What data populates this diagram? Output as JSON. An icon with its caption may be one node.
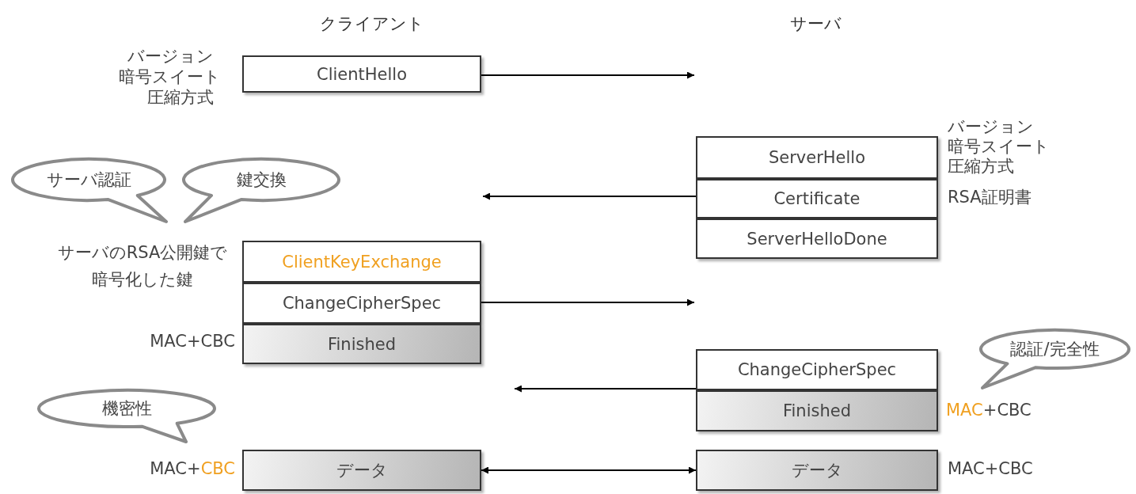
{
  "diagram": {
    "nodes": [
      {
        "text": [
          "ClientHello"
        ],
        "beside": [
          "バージョン",
          "暗号スイート",
          "圧縮方式"
        ]
      },
      {
        "text": [
          "ServerHello"
        ],
        "beside": [
          "バージョン",
          "暗号スイート",
          "圧縮方式"
        ]
      },
      {
        "text": [
          "Certificate"
        ],
        "beside": [
          "RSA証明書"
        ]
      },
      {
        "text": [
          "ServerHelloDone"
        ]
      },
      {
        "text": [
          "サーバ認証"
        ]
      },
      {
        "text": [
          "鍵交換"
        ]
      },
      {
        "text": [
          "ClientKeyExchange"
        ],
        "beside": [
          "サーバのRSA公開鍵で暗号化した鍵"
        ]
      },
      {
        "text": [
          "ChangeCipherSpec"
        ]
      },
      {
        "text": [
          "Finished"
        ],
        "beside": [
          "MAC+CBC"
        ]
      },
      {
        "text": [
          "認証/完全性"
        ]
      },
      {
        "text": [
          "ChangeCipherSpec"
        ]
      },
      {
        "text": [
          "Finished"
        ],
        "beside": [
          "*MAC*+CBC"
        ]
      },
      {
        "text": [
          "機密性"
        ]
      },
      {
        "text": [
          "データ"
        ],
        "beside": [
          "MAC+*CBC*"
        ]
      },
      {
        "text": [
          "データ"
        ],
        "beside": [
          "MAC+CBC"
        ]
      }
    ],
    "edges": [
      {
        "from": 0,
        "to": null,
        "arrow": "to"
      },
      {
        "from": 2,
        "to": null,
        "arrow": "to"
      },
      {
        "from": 7,
        "to": null,
        "arrow": "to"
      },
      {
        "from": 10,
        "to": null,
        "arrow": "to"
      },
      {
        "from": 13,
        "to": 14,
        "arrow": "both"
      }
    ],
    "labels": [
      "クライアント",
      "サーバ"
    ]
  }
}
